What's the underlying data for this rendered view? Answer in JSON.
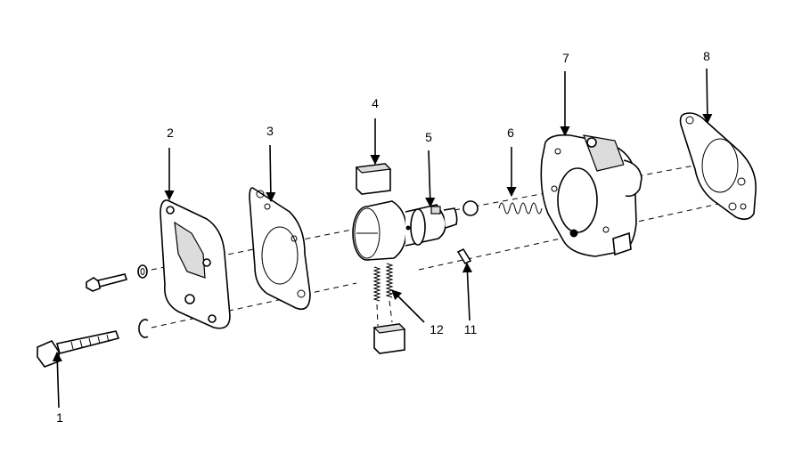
{
  "callouts": [
    {
      "id": "1",
      "label": "1"
    },
    {
      "id": "2",
      "label": "2"
    },
    {
      "id": "3",
      "label": "3"
    },
    {
      "id": "4",
      "label": "4"
    },
    {
      "id": "5",
      "label": "5"
    },
    {
      "id": "6",
      "label": "6"
    },
    {
      "id": "7",
      "label": "7"
    },
    {
      "id": "8",
      "label": "8"
    },
    {
      "id": "11",
      "label": "11"
    },
    {
      "id": "12",
      "label": "12"
    }
  ]
}
